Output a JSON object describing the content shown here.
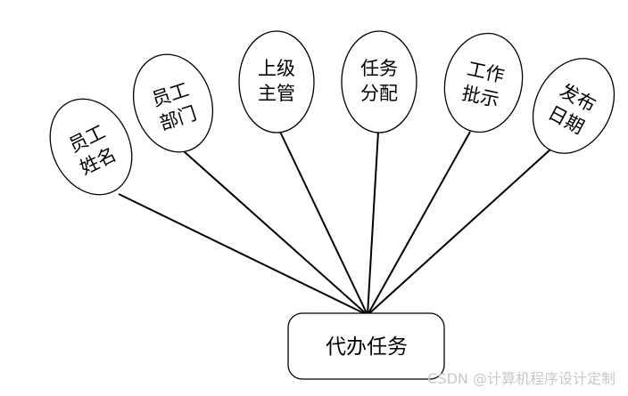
{
  "diagram": {
    "entity": {
      "label": "代办任务"
    },
    "attributes": [
      {
        "line1": "员工",
        "line2": "姓名"
      },
      {
        "line1": "员工",
        "line2": "部门"
      },
      {
        "line1": "上级",
        "line2": "主管"
      },
      {
        "line1": "任务",
        "line2": "分配"
      },
      {
        "line1": "工作",
        "line2": "批示"
      },
      {
        "line1": "发布",
        "line2": "日期"
      }
    ]
  },
  "watermark": "CSDN @计算机程序设计定制"
}
